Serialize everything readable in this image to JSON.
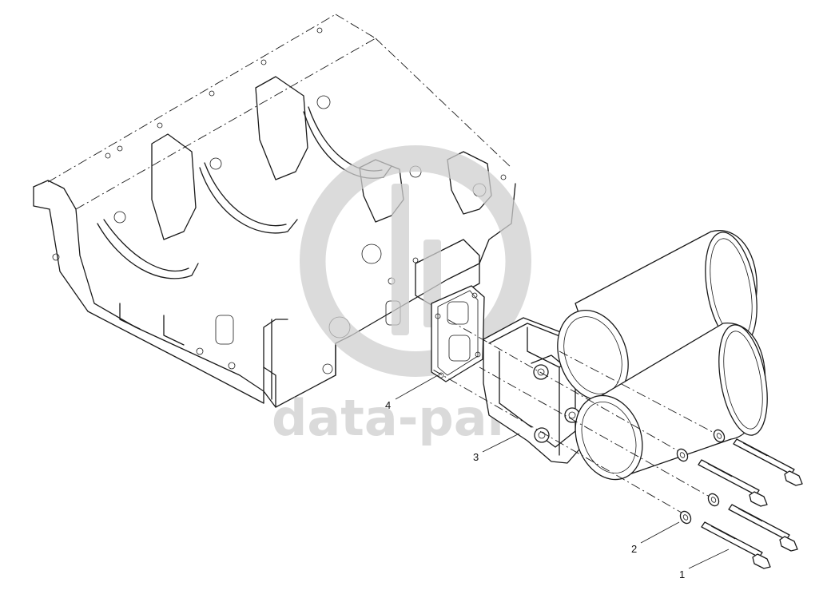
{
  "watermark": {
    "text": "data-part"
  },
  "callouts": [
    {
      "id": "1",
      "label": "1"
    },
    {
      "id": "2",
      "label": "2"
    },
    {
      "id": "3",
      "label": "3"
    },
    {
      "id": "4",
      "label": "4"
    }
  ],
  "colors": {
    "line": "#1a1a1a",
    "watermark": "#d2d2d2",
    "background": "#ffffff"
  }
}
